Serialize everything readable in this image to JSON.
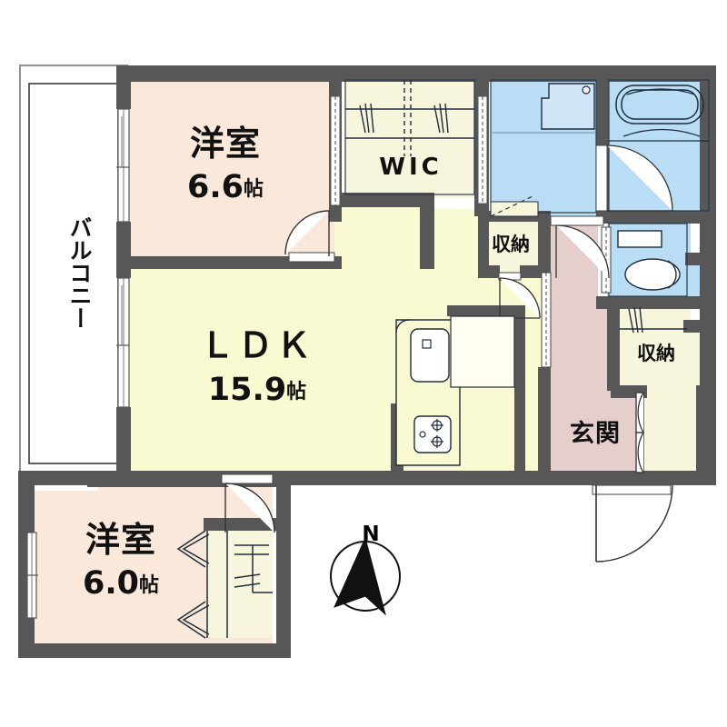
{
  "plan": {
    "title_rooms": {
      "bedroom_top": {
        "name": "洋室",
        "area": "6.6",
        "unit": "帖"
      },
      "bedroom_bottom": {
        "name": "洋室",
        "area": "6.0",
        "unit": "帖"
      },
      "living": {
        "name": "ＬＤＫ",
        "area": "15.9",
        "unit": "帖"
      },
      "wic": {
        "name": "WIC"
      },
      "storage_center": {
        "name": "収納"
      },
      "storage_right": {
        "name": "収納"
      },
      "entrance": {
        "name": "玄関"
      },
      "balcony": {
        "name": "バルコニー"
      }
    },
    "compass": {
      "label": "N"
    },
    "colors": {
      "wall": "#575757",
      "wall_light": "#6e6e6e",
      "bedroom_fill": "#fae8da",
      "living_fill": "#fafad2",
      "storage_fill": "#f7f5dc",
      "water_fill": "#b9ddf4",
      "entrance_fill": "#e4cfcd",
      "outline": "#1a2a3a",
      "white": "#ffffff",
      "background": "#ffffff"
    }
  }
}
